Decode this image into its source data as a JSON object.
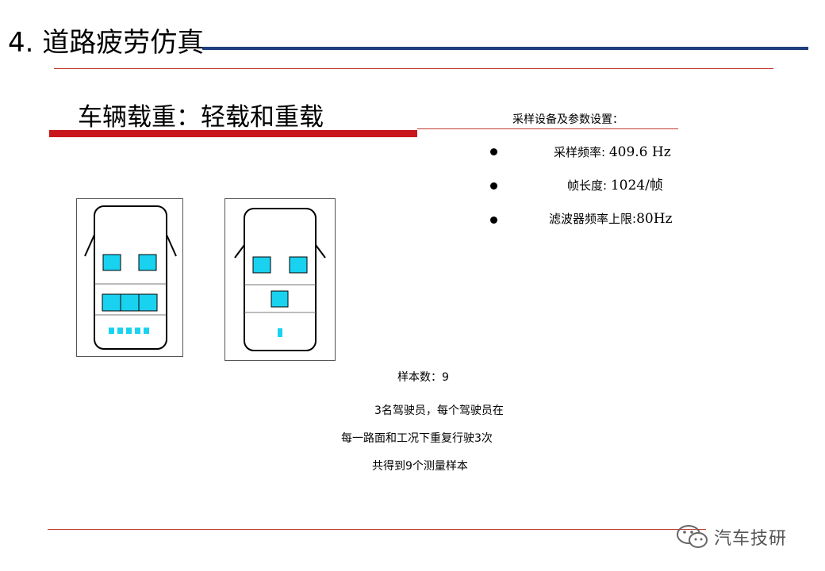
{
  "slide": {
    "title": "4. 道路疲劳仿真",
    "subtitle": "车辆载重：轻载和重载",
    "sampling": {
      "heading": "采样设备及参数设置：",
      "params": [
        {
          "label": "采样频率: ",
          "value": "409.6 Hz"
        },
        {
          "label": "帧长度: ",
          "value": "1024/帧"
        },
        {
          "label": "滤波器频率上限:",
          "value": "80Hz"
        }
      ]
    },
    "notes": {
      "sample_count": "样本数：9",
      "line1": "3名驾驶员，每个驾驶员在",
      "line2": "每一路面和工况下重复行驶3次",
      "line3": "共得到9个测量样本"
    },
    "watermark": "汽车技研"
  },
  "colors": {
    "title_line_blue": "#1f3f7d",
    "accent_red": "#c8161d",
    "seat_cyan": "#19d2f0"
  }
}
